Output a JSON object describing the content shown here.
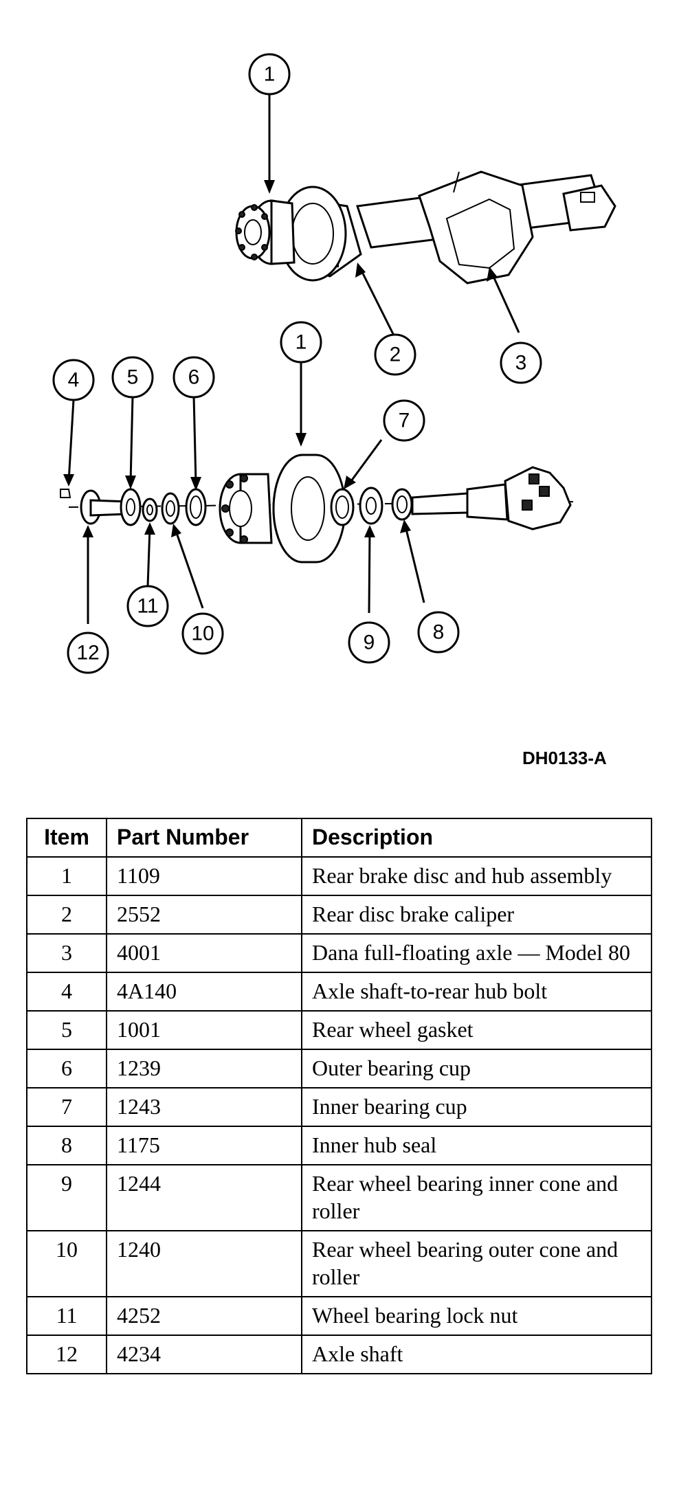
{
  "callouts": [
    "1",
    "2",
    "3",
    "4",
    "5",
    "6",
    "7",
    "8",
    "9",
    "10",
    "11",
    "12"
  ],
  "figure_code": "DH0133-A",
  "table": {
    "headers": {
      "item": "Item",
      "part_number": "Part Number",
      "description": "Description"
    },
    "rows": [
      {
        "item": "1",
        "part_number": "1109",
        "description": "Rear brake disc and hub assembly"
      },
      {
        "item": "2",
        "part_number": "2552",
        "description": "Rear disc brake caliper"
      },
      {
        "item": "3",
        "part_number": "4001",
        "description": "Dana full-floating axle — Model 80"
      },
      {
        "item": "4",
        "part_number": "4A140",
        "description": "Axle shaft-to-rear hub bolt"
      },
      {
        "item": "5",
        "part_number": "1001",
        "description": "Rear wheel gasket"
      },
      {
        "item": "6",
        "part_number": "1239",
        "description": "Outer bearing cup"
      },
      {
        "item": "7",
        "part_number": "1243",
        "description": "Inner bearing cup"
      },
      {
        "item": "8",
        "part_number": "1175",
        "description": "Inner hub seal"
      },
      {
        "item": "9",
        "part_number": "1244",
        "description": "Rear wheel bearing inner cone and roller"
      },
      {
        "item": "10",
        "part_number": "1240",
        "description": "Rear wheel bearing outer cone and roller"
      },
      {
        "item": "11",
        "part_number": "4252",
        "description": "Wheel bearing lock nut"
      },
      {
        "item": "12",
        "part_number": "4234",
        "description": "Axle shaft"
      }
    ]
  }
}
